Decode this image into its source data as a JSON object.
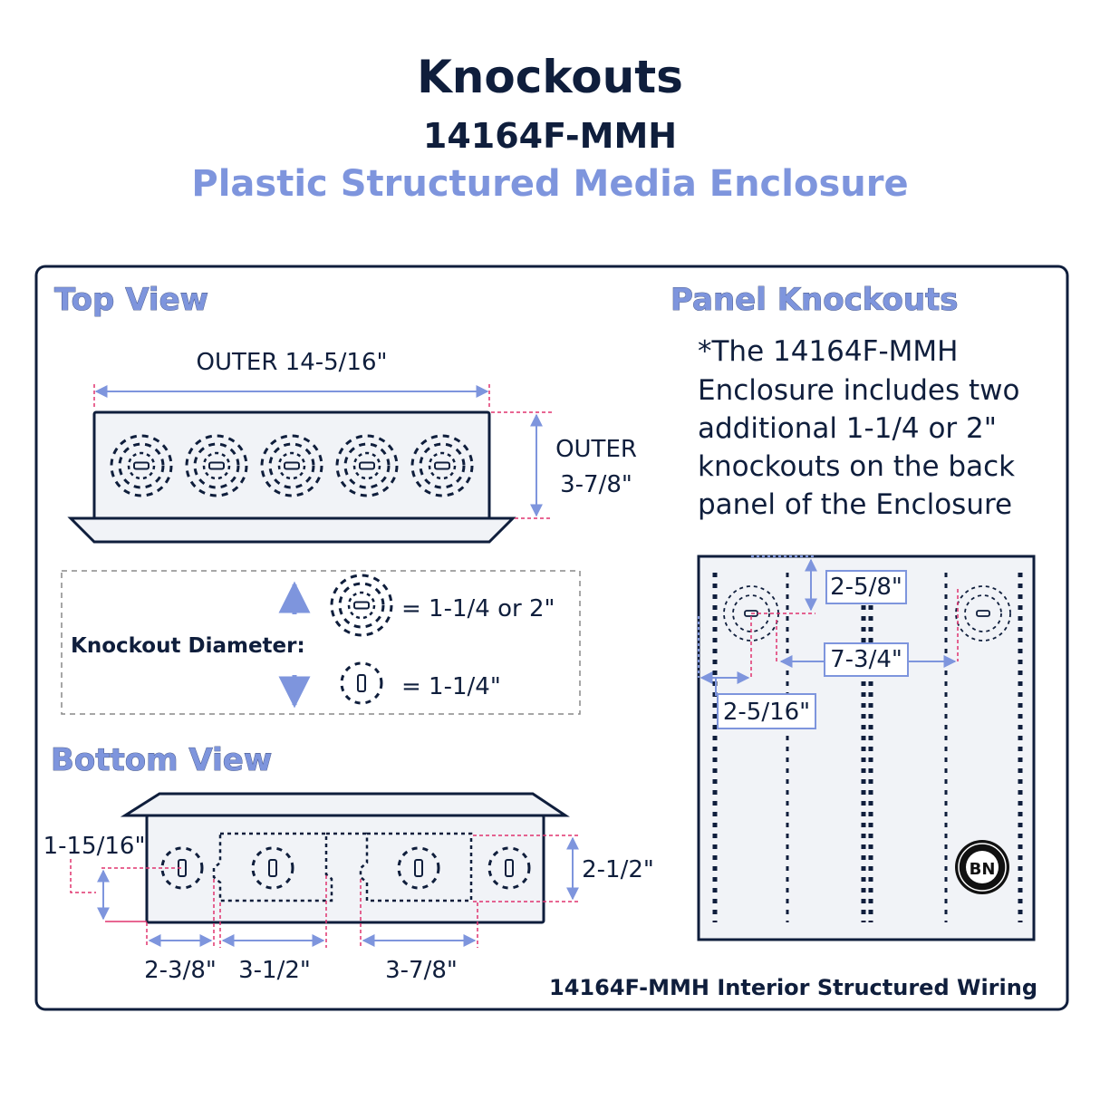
{
  "titles": {
    "main": "Knockouts",
    "model": "14164F-MMH",
    "product": "Plastic Structured Media Enclosure"
  },
  "top_view": {
    "heading": "Top View",
    "width_label": "OUTER 14-5/16\"",
    "height_label_1": "OUTER",
    "height_label_2": "3-7/8\""
  },
  "legend": {
    "label": "Knockout Diameter:",
    "large": "= 1-1/4 or 2\"",
    "small": "= 1-1/4\""
  },
  "bottom_view": {
    "heading": "Bottom View",
    "left_height": "1-15/16\"",
    "right_height": "2-1/2\"",
    "dim_a": "2-3/8\"",
    "dim_b": "3-1/2\"",
    "dim_c": "3-7/8\""
  },
  "panel": {
    "heading": "Panel Knockouts",
    "note_lines": [
      "*The 14164F-MMH",
      "Enclosure includes two",
      "additional 1-1/4 or 2\"",
      "knockouts on the back",
      "panel of the Enclosure"
    ],
    "dim_top": "2-5/8\"",
    "dim_span": "7-3/4\"",
    "dim_side": "2-5/16\"",
    "logo_text": "BN",
    "caption": "14164F-MMH Interior Structured Wiring"
  },
  "colors": {
    "navy": "#0f1e3c",
    "accent": "#7e95dd",
    "dim_line": "#e0336f"
  }
}
